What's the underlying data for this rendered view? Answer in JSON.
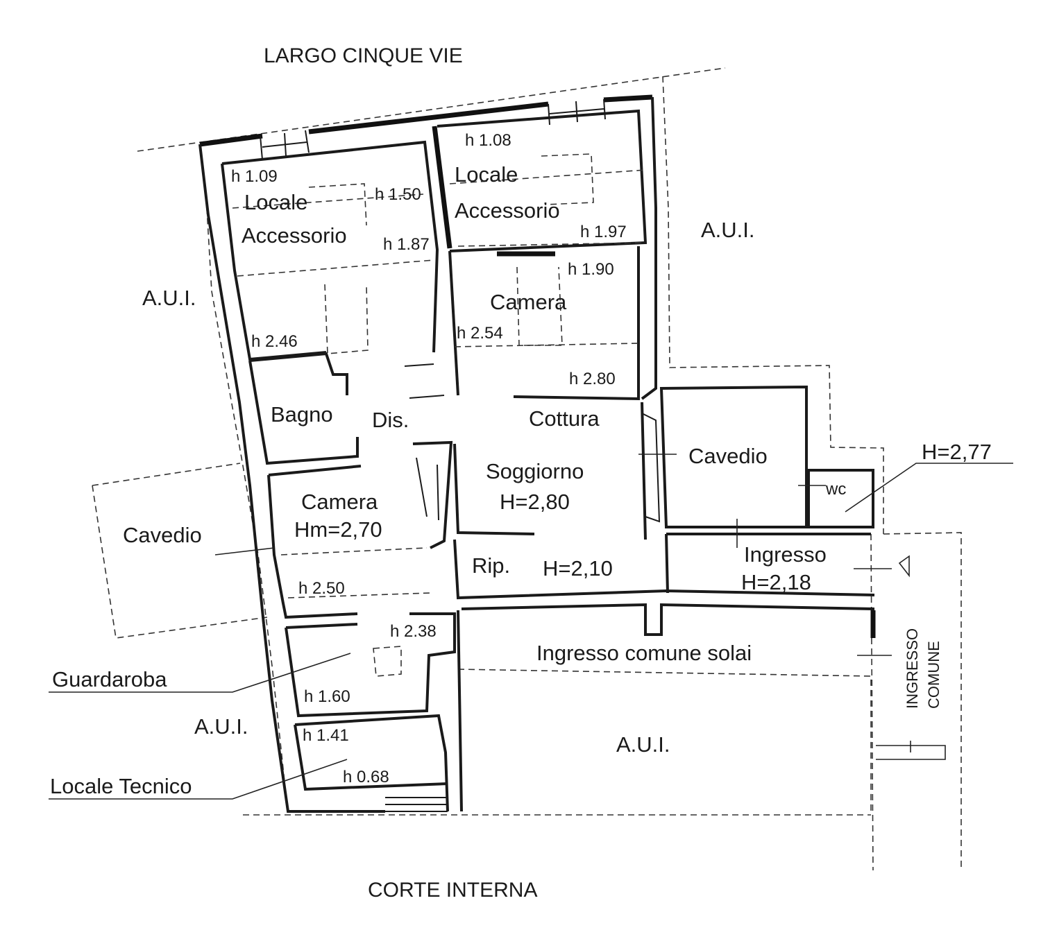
{
  "streets": {
    "top": "LARGO CINQUE VIE",
    "bottom": "CORTE INTERNA"
  },
  "rooms": {
    "locale_acc_left_1": "Locale",
    "locale_acc_left_2": "Accessorio",
    "locale_acc_right_1": "Locale",
    "locale_acc_right_2": "Accessorio",
    "camera_top": "Camera",
    "bagno": "Bagno",
    "dis": "Dis.",
    "cottura": "Cottura",
    "soggiorno": "Soggiorno",
    "soggiorno_h": "H=2,80",
    "cavedio_center": "Cavedio",
    "wc": "wc",
    "wc_h": "H=2,77",
    "camera_left": "Camera",
    "camera_left_h": "Hm=2,70",
    "cavedio_left": "Cavedio",
    "rip": "Rip.",
    "rip_h": "H=2,10",
    "ingresso": "Ingresso",
    "ingresso_h": "H=2,18",
    "ingresso_comune_solai": "Ingresso comune solai",
    "ingresso_comune_1": "INGRESSO",
    "ingresso_comune_2": "COMUNE",
    "aui_left": "A.U.I.",
    "aui_right": "A.U.I.",
    "aui_bottom_left": "A.U.I.",
    "aui_bottom": "A.U.I.",
    "guardaroba": "Guardaroba",
    "locale_tecnico": "Locale Tecnico"
  },
  "heights": {
    "h109": "h 1.09",
    "h150": "h 1.50",
    "h187": "h 1.87",
    "h246": "h 2.46",
    "h108": "h 1.08",
    "h197": "h 1.97",
    "h190": "h 1.90",
    "h254": "h 2.54",
    "h280": "h 2.80",
    "h250": "h 2.50",
    "h238": "h 2.38",
    "h160": "h 1.60",
    "h141": "h 1.41",
    "h068": "h 0.68"
  }
}
